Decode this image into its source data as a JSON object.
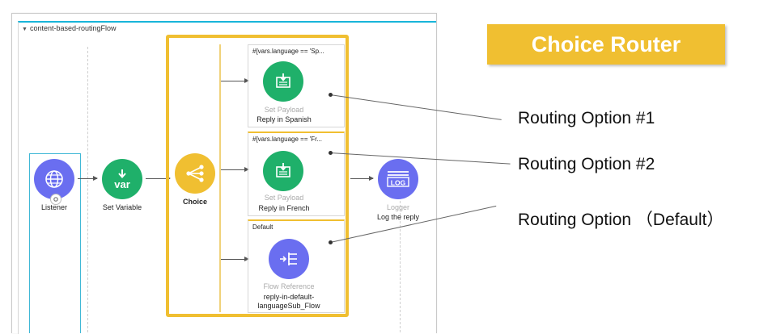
{
  "flow": {
    "title": "content-based-routingFlow"
  },
  "nodes": {
    "listener": {
      "label": "Listener",
      "color": "#6a6ef0",
      "icon": "globe-icon"
    },
    "set_variable": {
      "label": "Set Variable",
      "icon_text": "var",
      "color": "#1fb06a",
      "icon": "download-arrow-icon"
    },
    "choice": {
      "label": "Choice",
      "color": "#f0bf31",
      "icon": "fork-icon"
    },
    "logger": {
      "type": "Logger",
      "label": "Log the reply",
      "icon_text": "LOG",
      "color": "#6a6ef0"
    }
  },
  "routes": [
    {
      "expression": "#[vars.language == 'Sp...",
      "component_type": "Set Payload",
      "label": "Reply in Spanish",
      "color": "#1fb06a",
      "icon": "set-payload-icon"
    },
    {
      "expression": "#[vars.language == 'Fr...",
      "component_type": "Set Payload",
      "label": "Reply in French",
      "color": "#1fb06a",
      "icon": "set-payload-icon"
    },
    {
      "expression": "Default",
      "component_type": "Flow Reference",
      "label_line1": "reply-in-default-",
      "label_line2": "languageSub_Flow",
      "color": "#6a6ef0",
      "icon": "flow-reference-icon"
    }
  ],
  "annotations": {
    "title": "Choice Router",
    "callouts": [
      "Routing Option #1",
      "Routing Option #2",
      "Routing Option （Default）"
    ]
  },
  "colors": {
    "accent_yellow": "#f0bf31",
    "mule_blue": "#6a6ef0",
    "mule_green": "#1fb06a",
    "canvas_border": "#18b5d9"
  }
}
